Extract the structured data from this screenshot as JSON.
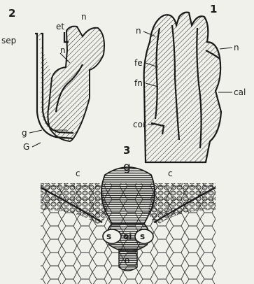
{
  "figure": {
    "panel_numbers": {
      "p1": "1",
      "p2": "2",
      "p3": "3"
    },
    "panel2_labels": {
      "sep": "sep",
      "et": "et",
      "n_top": "n",
      "n_mid": "n",
      "g": "g",
      "G": "G"
    },
    "panel1_labels": {
      "n_left": "n",
      "n_right": "n",
      "fe": "fe",
      "fn": "fn",
      "cal": "cal",
      "cor": "cor"
    },
    "panel3_labels": {
      "g": "g",
      "c_left": "c",
      "c_right": "c",
      "s_left": "s",
      "oi": "oi",
      "s_right": "s",
      "o": "o"
    }
  }
}
